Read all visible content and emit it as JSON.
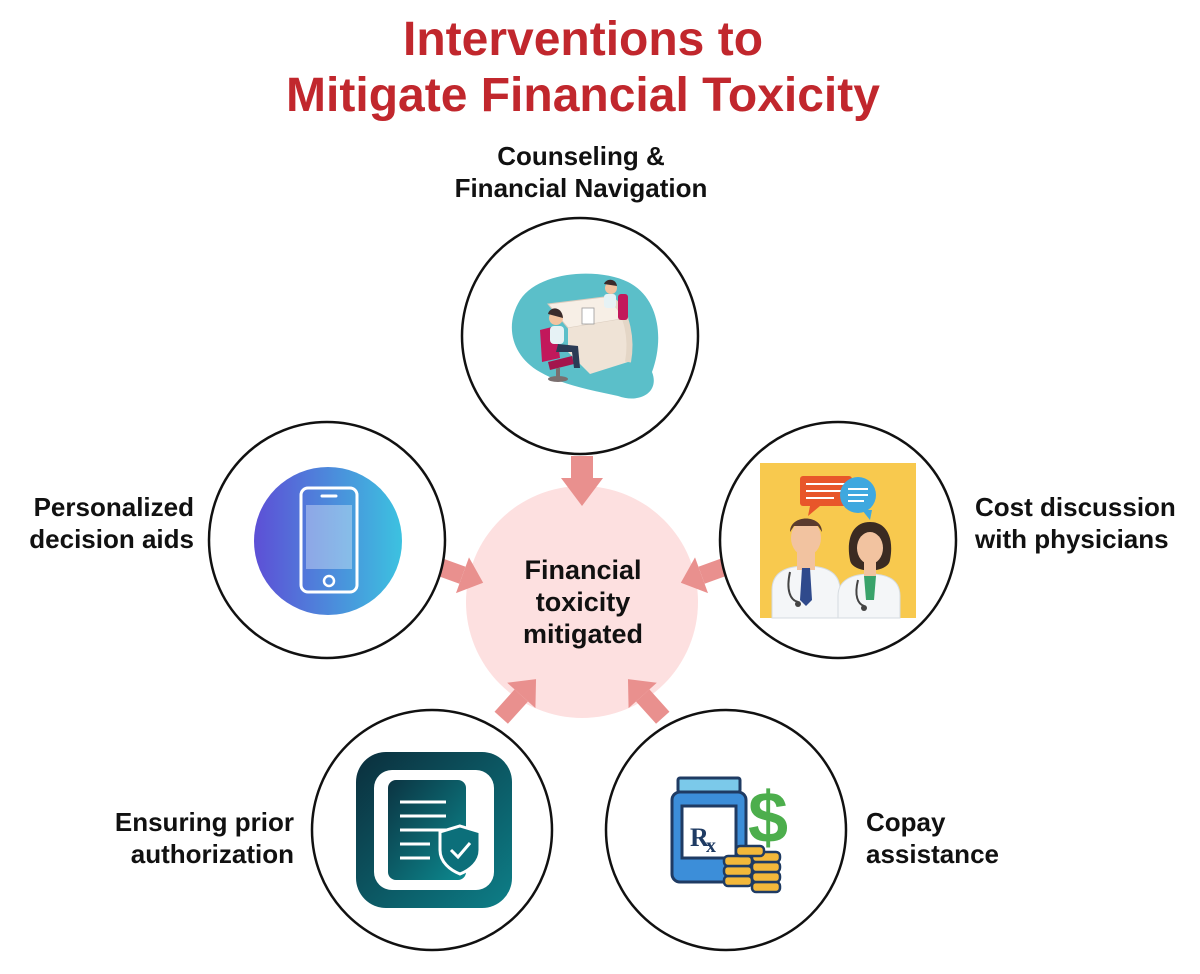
{
  "title": {
    "line1": "Interventions to",
    "line2": "Mitigate Financial Toxicity"
  },
  "center": {
    "line1": "Financial",
    "line2": "toxicity",
    "line3": "mitigated"
  },
  "nodes": {
    "counseling": {
      "line1": "Counseling &",
      "line2": "Financial Navigation",
      "icon": "counseling-meeting-icon"
    },
    "decision_aids": {
      "line1": "Personalized",
      "line2": "decision aids",
      "icon": "smartphone-icon"
    },
    "cost_discussion": {
      "line1": "Cost discussion",
      "line2": "with physicians",
      "icon": "doctors-chat-icon"
    },
    "prior_auth": {
      "line1": "Ensuring prior",
      "line2": "authorization",
      "icon": "shield-document-icon"
    },
    "copay": {
      "line1": "Copay",
      "line2": "assistance",
      "icon": "rx-bottle-dollar-icon"
    }
  },
  "colors": {
    "title": "#c1272d",
    "center_fill": "#fde0e0",
    "arrow": "#e9908e",
    "teal": "#5bbfc9",
    "dark_teal": "#0b3e4a"
  }
}
